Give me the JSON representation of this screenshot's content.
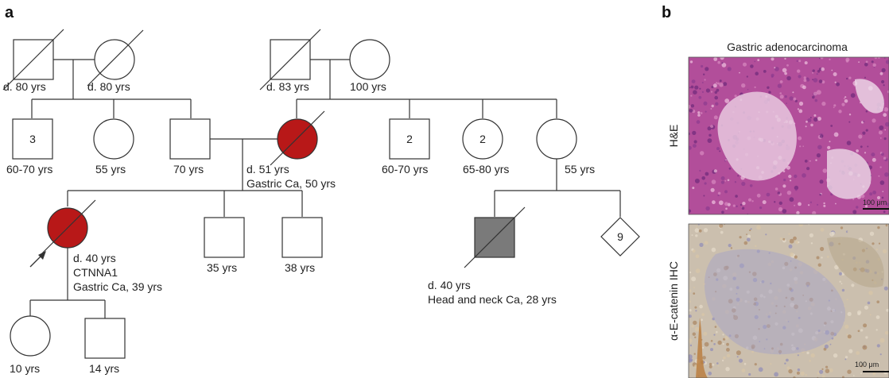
{
  "panels": {
    "a": "a",
    "b": "b"
  },
  "pedigree": {
    "gen1_paternal_grandfather": "d. 80 yrs",
    "gen1_paternal_grandmother": "d. 80 yrs",
    "gen1_maternal_grandfather": "d. 83 yrs",
    "gen1_maternal_grandmother": "100 yrs",
    "uncles_count": "3",
    "uncles_age": "60-70 yrs",
    "aunt_age": "55 yrs",
    "father_age": "70 yrs",
    "mother_death": "d. 51 yrs",
    "mother_dx": "Gastric Ca, 50 yrs",
    "maternal_uncles_count": "2",
    "maternal_uncles_age": "60-70 yrs",
    "maternal_aunts_count": "2",
    "maternal_aunts_age": "65-80 yrs",
    "maternal_aunt_age": "55 yrs",
    "proband_death": "d. 40 yrs",
    "proband_gene": "CTNNA1",
    "proband_dx": "Gastric Ca, 39 yrs",
    "brother1_age": "35 yrs",
    "brother2_age": "38 yrs",
    "cousin_death": "d. 40 yrs",
    "cousin_dx": "Head and neck Ca, 28 yrs",
    "cousins_count": "9",
    "daughter_age": "10 yrs",
    "son_age": "14 yrs"
  },
  "histology": {
    "title": "Gastric adenocarcinoma",
    "row1_label": "H&E",
    "row2_label": "α-E-catenin IHC",
    "row1_scale": "100 μm",
    "row2_scale": "100 μm"
  },
  "colors": {
    "affected": "#b81818",
    "other_cancer": "#7a7a7a",
    "he_stain": "#c04a9a",
    "ihc_stain": "#cdbfa8"
  }
}
